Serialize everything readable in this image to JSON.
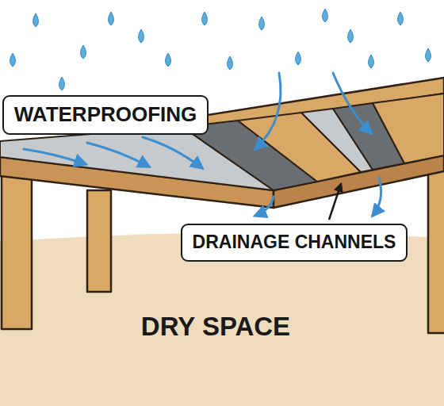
{
  "diagram": {
    "nodes": [
      {
        "text": [
          "WATERPROOFING"
        ]
      },
      {
        "text": [
          "DRAINAGE CHANNELS"
        ]
      }
    ],
    "labels": [
      "DRY SPACE"
    ]
  }
}
